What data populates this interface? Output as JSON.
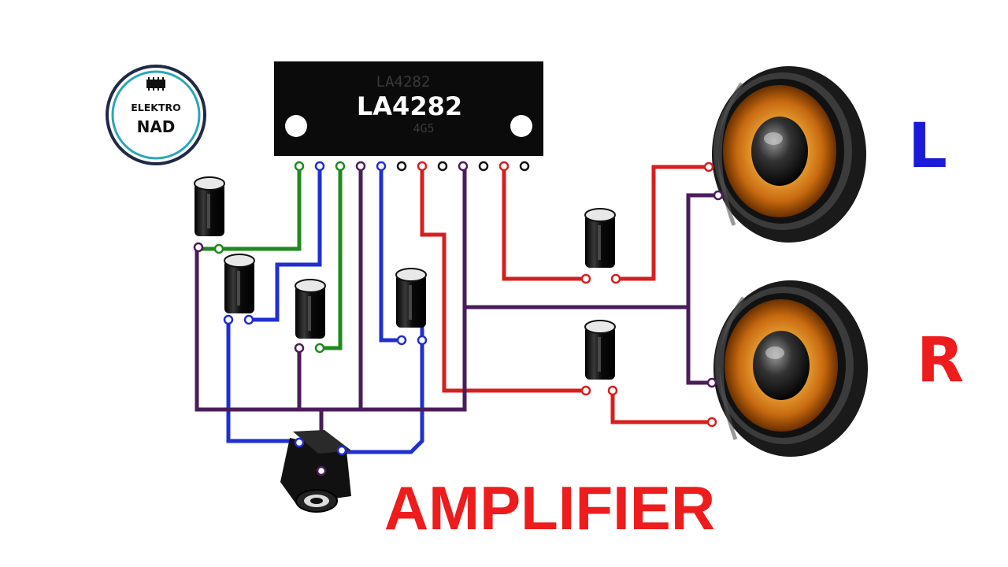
{
  "logo": {
    "line1": "ELEKTRO",
    "line2": "NAD"
  },
  "chip": {
    "ghost_label": "LA4282",
    "part_number": "LA4282",
    "sub_label": "4G5"
  },
  "speaker_left_label": "L",
  "speaker_right_label": "R",
  "title": "AMPLIFIER",
  "colors": {
    "wire_green": "#1e8a1e",
    "wire_blue": "#1f2fd0",
    "wire_red": "#d61f1f",
    "wire_purple": "#4a1c5a",
    "label_left": "#1a1ad8",
    "label_right": "#ee1c1c",
    "title": "#ee1c1c",
    "speaker_cone": "#d98a1a"
  },
  "icons": [
    "chip-icon",
    "capacitor-icon",
    "speaker-icon",
    "audio-jack-icon"
  ]
}
